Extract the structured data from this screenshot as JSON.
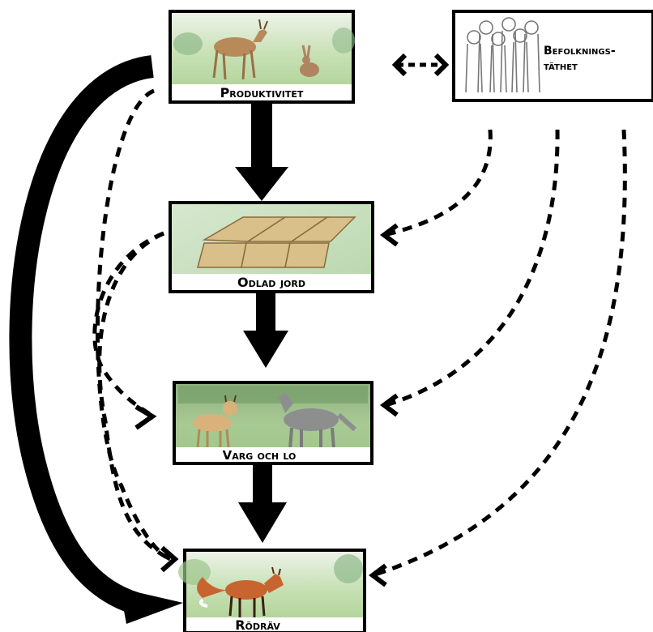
{
  "nodes": {
    "productivity": {
      "label": "Produktivitet",
      "icon": "deer-and-hare-icon"
    },
    "population": {
      "label_line1": "Befolknings-",
      "label_line2": "täthet",
      "icon": "people-figures-icon"
    },
    "farmland": {
      "label": "Odlad jord",
      "icon": "field-plots-icon"
    },
    "predators": {
      "label": "Varg och lo",
      "icon": "lynx-and-wolf-icon"
    },
    "redfox": {
      "label": "Rödräv",
      "icon": "fox-icon"
    }
  },
  "colors": {
    "meadow_green": "#a9cf8e",
    "sky_pale": "#e8f0e2",
    "forest": "#6f9a63",
    "earth": "#d9c08a",
    "fox": "#c8642f",
    "wolf": "#8d8f8f",
    "deer": "#b88a5a",
    "line": "#000000"
  }
}
